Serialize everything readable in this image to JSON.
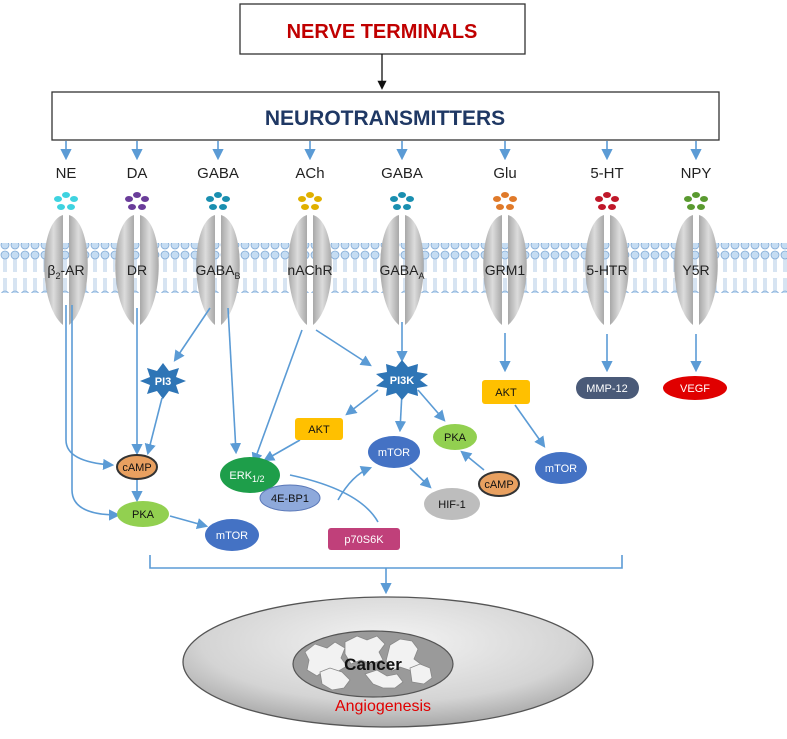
{
  "header": {
    "nerve_terminals": "NERVE TERMINALS",
    "neurotransmitters": "NEUROTRANSMITTERS"
  },
  "columns": [
    {
      "nt": "NE",
      "receptor": "β",
      "receptor_sub": "2",
      "receptor_rest": "-AR",
      "ligand_color": "#3fd3e0"
    },
    {
      "nt": "DA",
      "receptor": "DR",
      "receptor_sub": "",
      "receptor_rest": "",
      "ligand_color": "#6a3d9a"
    },
    {
      "nt": "GABA",
      "receptor": "GABA",
      "receptor_sub": "B",
      "receptor_rest": "",
      "ligand_color": "#1a8fb0"
    },
    {
      "nt": "ACh",
      "receptor": "nAChR",
      "receptor_sub": "",
      "receptor_rest": "",
      "ligand_color": "#e0b000"
    },
    {
      "nt": "GABA",
      "receptor": "GABA",
      "receptor_sub": "A",
      "receptor_rest": "",
      "ligand_color": "#1a8fb0"
    },
    {
      "nt": "Glu",
      "receptor": "GRM1",
      "receptor_sub": "",
      "receptor_rest": "",
      "ligand_color": "#e07a2a"
    },
    {
      "nt": "5-HT",
      "receptor": "5-HTR",
      "receptor_sub": "",
      "receptor_rest": "",
      "ligand_color": "#c0182a"
    },
    {
      "nt": "NPY",
      "receptor": "Y5R",
      "receptor_sub": "",
      "receptor_rest": "",
      "ligand_color": "#5a9a30"
    }
  ],
  "nodes": {
    "pi3": "PI3",
    "pi3k": "PI3K",
    "camp_left": "cAMP",
    "pka_left": "PKA",
    "mtor_left": "mTOR",
    "erk": "ERK",
    "erk_sub": "1/2",
    "akt_mid": "AKT",
    "four_ebp1": "4E-BP1",
    "mtor_mid": "mTOR",
    "hif1": "HIF-1",
    "pka_mid": "PKA",
    "camp_mid": "cAMP",
    "p70s6k": "p70S6K",
    "akt_right": "AKT",
    "mtor_right": "mTOR",
    "mmp12": "MMP-12",
    "vegf": "VEGF"
  },
  "outcome": {
    "cancer": "Cancer",
    "angiogenesis": "Angiogenesis"
  },
  "colors": {
    "arrow": "#5b9bd5",
    "title_red": "#c00000",
    "title_navy": "#1f3864",
    "akt": "#ffc000",
    "mtor": "#4472c4",
    "pka": "#92d050",
    "camp": "#e8a060",
    "erk": "#1e9e4a",
    "p70s6k": "#c0407a",
    "vegf": "#e00000",
    "mmp12": "#4a5a78",
    "star": "#2e75b6"
  }
}
